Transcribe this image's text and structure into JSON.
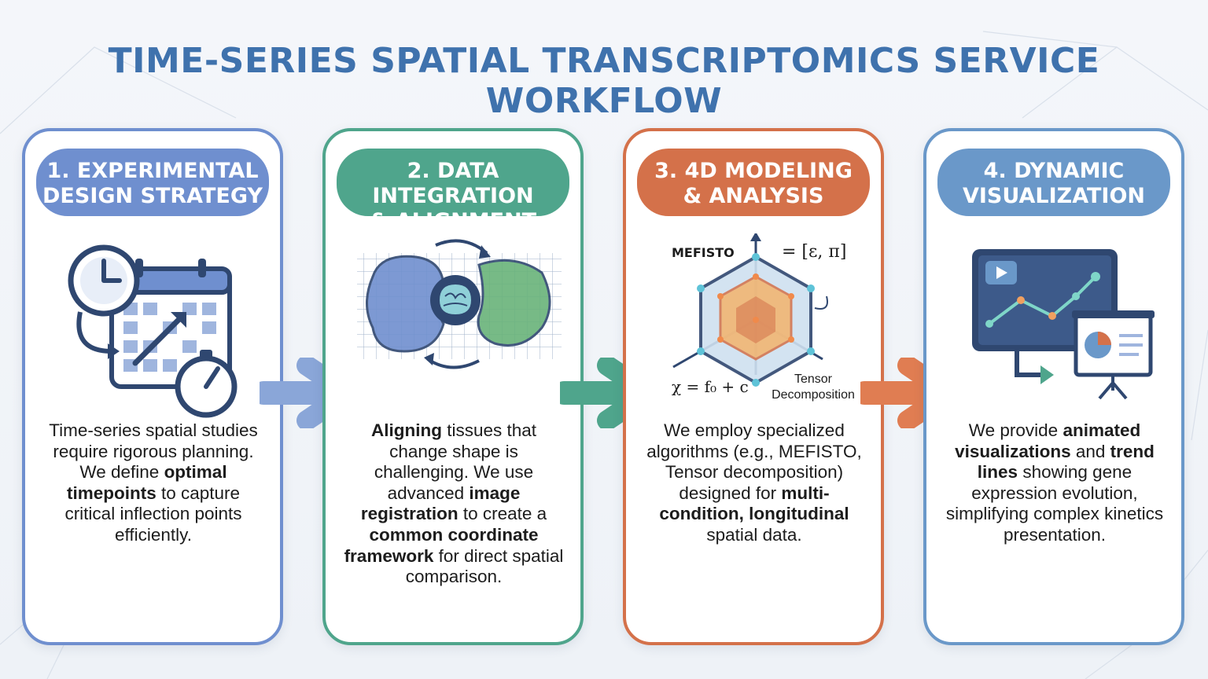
{
  "title": "TIME-SERIES SPATIAL TRANSCRIPTOMICS SERVICE WORKFLOW",
  "colors": {
    "title": "#3f72ad",
    "step1": "#6f8fcf",
    "step2": "#4fa58c",
    "step3": "#d4714a",
    "step4": "#6a98c9"
  },
  "steps": [
    {
      "head": [
        "1. EXPERIMENTAL",
        "DESIGN STRATEGY"
      ],
      "icon": "clock-calendar-stopwatch-icon",
      "body": [
        {
          "t": "Time-series spatial studies require rigorous planning. We define ",
          "b": false
        },
        {
          "t": "optimal timepoints",
          "b": true
        },
        {
          "t": " to capture critical inflection points efficiently.",
          "b": false
        }
      ]
    },
    {
      "head": [
        "2. DATA INTEGRATION",
        "& ALIGNMENT"
      ],
      "icon": "tissue-alignment-brain-icon",
      "body": [
        {
          "t": "Aligning",
          "b": true
        },
        {
          "t": " tissues that change shape is challenging. We use advanced ",
          "b": false
        },
        {
          "t": "image registration",
          "b": true
        },
        {
          "t": " to create a ",
          "b": false
        },
        {
          "t": "common coordinate framework",
          "b": true
        },
        {
          "t": " for direct spatial comparison.",
          "b": false
        }
      ]
    },
    {
      "head": [
        "3. 4D MODELING",
        "& ANALYSIS"
      ],
      "icon": "tensor-cube-icon",
      "labels": {
        "mefisto": "MEFISTO",
        "formula_top": "= [ε, π]",
        "formula_bottom": "χ = f₀ + c",
        "tensor_1": "Tensor",
        "tensor_2": "Decomposition"
      },
      "body": [
        {
          "t": "We employ specialized algorithms (e.g., MEFISTO, Tensor decomposition) designed for ",
          "b": false
        },
        {
          "t": "multi-condition, longitudinal",
          "b": true
        },
        {
          "t": " spatial data.",
          "b": false
        }
      ]
    },
    {
      "head": [
        "4. DYNAMIC",
        "VISUALIZATION"
      ],
      "icon": "video-trend-presentation-icon",
      "body": [
        {
          "t": "We provide ",
          "b": false
        },
        {
          "t": "animated visualizations",
          "b": true
        },
        {
          "t": " and ",
          "b": false
        },
        {
          "t": "trend lines",
          "b": true
        },
        {
          "t": " showing gene expression evolution, simplifying complex kinetics presentation.",
          "b": false
        }
      ]
    }
  ]
}
